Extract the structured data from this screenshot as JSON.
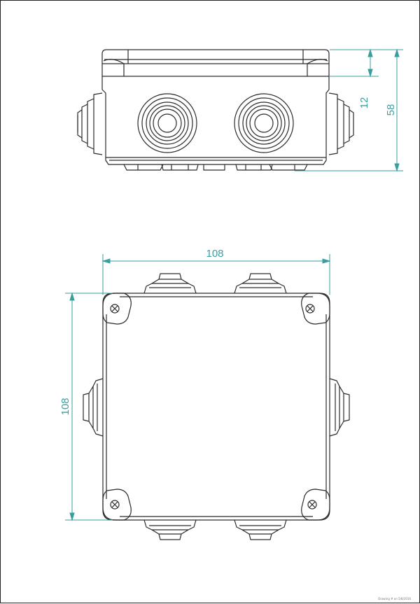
{
  "colors": {
    "dimension": "#3a9ea0",
    "outline": "#2a2a2a"
  },
  "front_view": {
    "dim_lid": "12",
    "dim_height": "58"
  },
  "top_view": {
    "dim_width": "108",
    "dim_depth": "108"
  },
  "footer": {
    "text": "Drawing # on 5/8/2016"
  }
}
